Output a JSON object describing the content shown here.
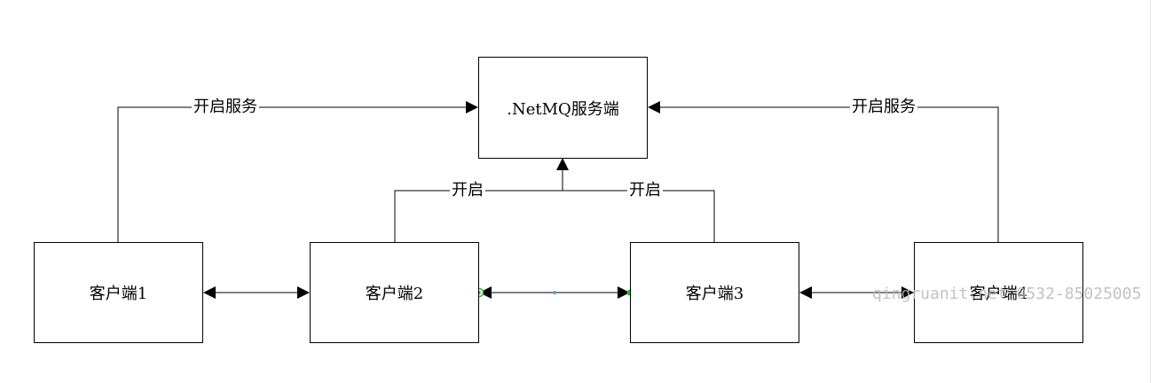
{
  "diagram": {
    "server": {
      "label": ".NetMQ服务端"
    },
    "clients": [
      {
        "label": "客户端1"
      },
      {
        "label": "客户端2"
      },
      {
        "label": "客户端3"
      },
      {
        "label": "客户端4"
      }
    ],
    "edges": {
      "client1_to_server": "开启服务",
      "client4_to_server": "开启服务",
      "client2_to_server": "开启",
      "client3_to_server": "开启"
    }
  },
  "watermark": "qingruanit.net 0532-85025005",
  "colors": {
    "line": "#000000",
    "selection_handle": "#2fb52f",
    "watermark": "#b8b8b8"
  }
}
